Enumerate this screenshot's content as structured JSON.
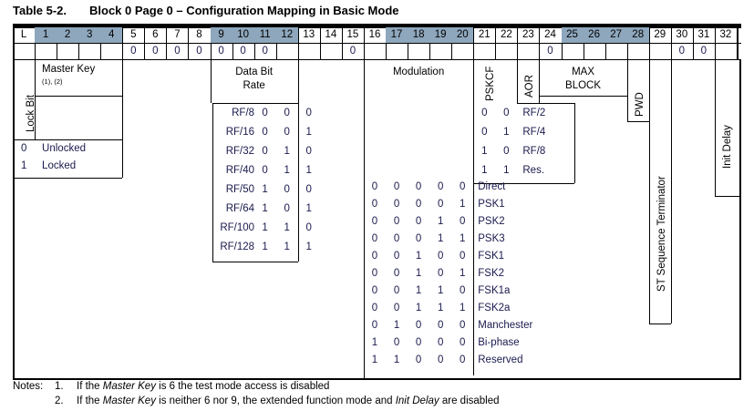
{
  "title": {
    "number": "Table 5-2.",
    "text": "Block 0 Page 0 – Configuration Mapping in Basic Mode"
  },
  "colors": {
    "shaded_header": "#8ea7bd",
    "digit_text": "#1a1a4e",
    "border": "#000000"
  },
  "header": {
    "columns": [
      {
        "label": "L",
        "shaded": false
      },
      {
        "label": "1",
        "shaded": true
      },
      {
        "label": "2",
        "shaded": true
      },
      {
        "label": "3",
        "shaded": true
      },
      {
        "label": "4",
        "shaded": true
      },
      {
        "label": "5",
        "shaded": false
      },
      {
        "label": "6",
        "shaded": false
      },
      {
        "label": "7",
        "shaded": false
      },
      {
        "label": "8",
        "shaded": false
      },
      {
        "label": "9",
        "shaded": true
      },
      {
        "label": "10",
        "shaded": true
      },
      {
        "label": "11",
        "shaded": true
      },
      {
        "label": "12",
        "shaded": true
      },
      {
        "label": "13",
        "shaded": false
      },
      {
        "label": "14",
        "shaded": false
      },
      {
        "label": "15",
        "shaded": false
      },
      {
        "label": "16",
        "shaded": false
      },
      {
        "label": "17",
        "shaded": true
      },
      {
        "label": "18",
        "shaded": true
      },
      {
        "label": "19",
        "shaded": true
      },
      {
        "label": "20",
        "shaded": true
      },
      {
        "label": "21",
        "shaded": false
      },
      {
        "label": "22",
        "shaded": false
      },
      {
        "label": "23",
        "shaded": false
      },
      {
        "label": "24",
        "shaded": false
      },
      {
        "label": "25",
        "shaded": true
      },
      {
        "label": "26",
        "shaded": true
      },
      {
        "label": "27",
        "shaded": true
      },
      {
        "label": "28",
        "shaded": true
      },
      {
        "label": "29",
        "shaded": false
      },
      {
        "label": "30",
        "shaded": false
      },
      {
        "label": "31",
        "shaded": false
      },
      {
        "label": "32",
        "shaded": false
      }
    ],
    "fixed_bits": [
      {
        "column": "5",
        "value": "0"
      },
      {
        "column": "6",
        "value": "0"
      },
      {
        "column": "7",
        "value": "0"
      },
      {
        "column": "8",
        "value": "0"
      },
      {
        "column": "9",
        "value": "0"
      },
      {
        "column": "10",
        "value": "0"
      },
      {
        "column": "11",
        "value": "0"
      },
      {
        "column": "15",
        "value": "0"
      },
      {
        "column": "24",
        "value": "0"
      },
      {
        "column": "30",
        "value": "0"
      },
      {
        "column": "31",
        "value": "0"
      }
    ]
  },
  "fields": {
    "lock_bit": {
      "label": "Lock Bit",
      "values": [
        {
          "bit": "0",
          "meaning": "Unlocked"
        },
        {
          "bit": "1",
          "meaning": "Locked"
        }
      ]
    },
    "master_key": {
      "label": "Master Key",
      "footnote_refs": "(1), (2)"
    },
    "data_bit_rate": {
      "label_line1": "Data Bit",
      "label_line2": "Rate",
      "rows": [
        {
          "name": "RF/8",
          "bits": [
            "0",
            "0",
            "0"
          ]
        },
        {
          "name": "RF/16",
          "bits": [
            "0",
            "0",
            "1"
          ]
        },
        {
          "name": "RF/32",
          "bits": [
            "0",
            "1",
            "0"
          ]
        },
        {
          "name": "RF/40",
          "bits": [
            "0",
            "1",
            "1"
          ]
        },
        {
          "name": "RF/50",
          "bits": [
            "1",
            "0",
            "0"
          ]
        },
        {
          "name": "RF/64",
          "bits": [
            "1",
            "0",
            "1"
          ]
        },
        {
          "name": "RF/100",
          "bits": [
            "1",
            "1",
            "0"
          ]
        },
        {
          "name": "RF/128",
          "bits": [
            "1",
            "1",
            "1"
          ]
        }
      ]
    },
    "modulation": {
      "label": "Modulation",
      "rows": [
        {
          "bits": [
            "0",
            "0",
            "0",
            "0",
            "0"
          ],
          "name": "Direct"
        },
        {
          "bits": [
            "0",
            "0",
            "0",
            "0",
            "1"
          ],
          "name": "PSK1"
        },
        {
          "bits": [
            "0",
            "0",
            "0",
            "1",
            "0"
          ],
          "name": "PSK2"
        },
        {
          "bits": [
            "0",
            "0",
            "0",
            "1",
            "1"
          ],
          "name": "PSK3"
        },
        {
          "bits": [
            "0",
            "0",
            "1",
            "0",
            "0"
          ],
          "name": "FSK1"
        },
        {
          "bits": [
            "0",
            "0",
            "1",
            "0",
            "1"
          ],
          "name": "FSK2"
        },
        {
          "bits": [
            "0",
            "0",
            "1",
            "1",
            "0"
          ],
          "name": "FSK1a"
        },
        {
          "bits": [
            "0",
            "0",
            "1",
            "1",
            "1"
          ],
          "name": "FSK2a"
        },
        {
          "bits": [
            "0",
            "1",
            "0",
            "0",
            "0"
          ],
          "name": "Manchester"
        },
        {
          "bits": [
            "1",
            "0",
            "0",
            "0",
            "0"
          ],
          "name": "Bi-phase"
        },
        {
          "bits": [
            "1",
            "1",
            "0",
            "0",
            "0"
          ],
          "name": "Reserved"
        }
      ]
    },
    "pskcf": {
      "label": "PSKCF",
      "rows": [
        {
          "bits": [
            "0",
            "0"
          ],
          "name": "RF/2"
        },
        {
          "bits": [
            "0",
            "1"
          ],
          "name": "RF/4"
        },
        {
          "bits": [
            "1",
            "0"
          ],
          "name": "RF/8"
        },
        {
          "bits": [
            "1",
            "1"
          ],
          "name": "Res."
        }
      ]
    },
    "aor": {
      "label": "AOR"
    },
    "max_block": {
      "label_line1": "MAX",
      "label_line2": "BLOCK"
    },
    "pwd": {
      "label": "PWD"
    },
    "st_sequence_terminator": {
      "label": "ST Sequence Terminator"
    },
    "init_delay": {
      "label": "Init Delay"
    }
  },
  "notes": {
    "lead": "Notes:",
    "items": [
      {
        "num": "1.",
        "parts": [
          {
            "t": "If the ",
            "i": false
          },
          {
            "t": "Master Key",
            "i": true
          },
          {
            "t": " is 6 the test mode access is disabled",
            "i": false
          }
        ]
      },
      {
        "num": "2.",
        "parts": [
          {
            "t": "If the ",
            "i": false
          },
          {
            "t": "Master Key",
            "i": true
          },
          {
            "t": " is neither 6 nor 9, the extended function mode and ",
            "i": false
          },
          {
            "t": "Init Delay",
            "i": true
          },
          {
            "t": " are disabled",
            "i": false
          }
        ]
      }
    ]
  }
}
